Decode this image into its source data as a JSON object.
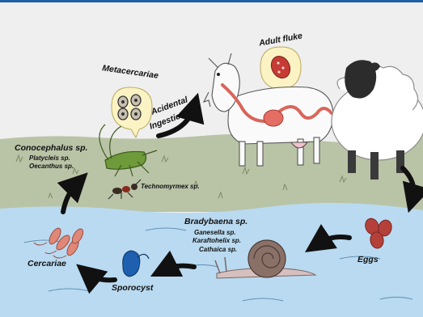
{
  "colors": {
    "top_rule": "#1f5fa8",
    "sky": "#efefef",
    "grass": "#b9c3a6",
    "water": "#b9daf0",
    "arrow": "#111111",
    "eggs": "#b5403a",
    "cercariae": "#e08778",
    "sporocyst": "#1e5fb0",
    "fluke": "#c63b33",
    "gut": "#e46e63"
  },
  "icons": [
    "metacercariae-bubble",
    "adult-fluke-bubble",
    "goat",
    "sheep",
    "cricket",
    "ant",
    "snail",
    "eggs",
    "sporocyst",
    "cercariae"
  ],
  "labels": {
    "metacercariae": "Metacercariae",
    "adult_fluke": "Adult fluke",
    "accidental": "Acidental",
    "ingestion": "Ingestion",
    "conocephalus": "Conocephalus sp.",
    "platycleis": "Platycleis sp.",
    "oecanthus": "Oecanthus sp.",
    "technomyrmex": "Technomyrmex sp.",
    "bradybaena": "Bradybaena sp.",
    "ganesella": "Ganesella sp.",
    "karaftohelix": "Karaftohelix sp.",
    "cathaica": "Cathaica sp.",
    "eggs": "Eggs",
    "cercariae": "Cercariae",
    "sporocyst": "Sporocyst"
  }
}
